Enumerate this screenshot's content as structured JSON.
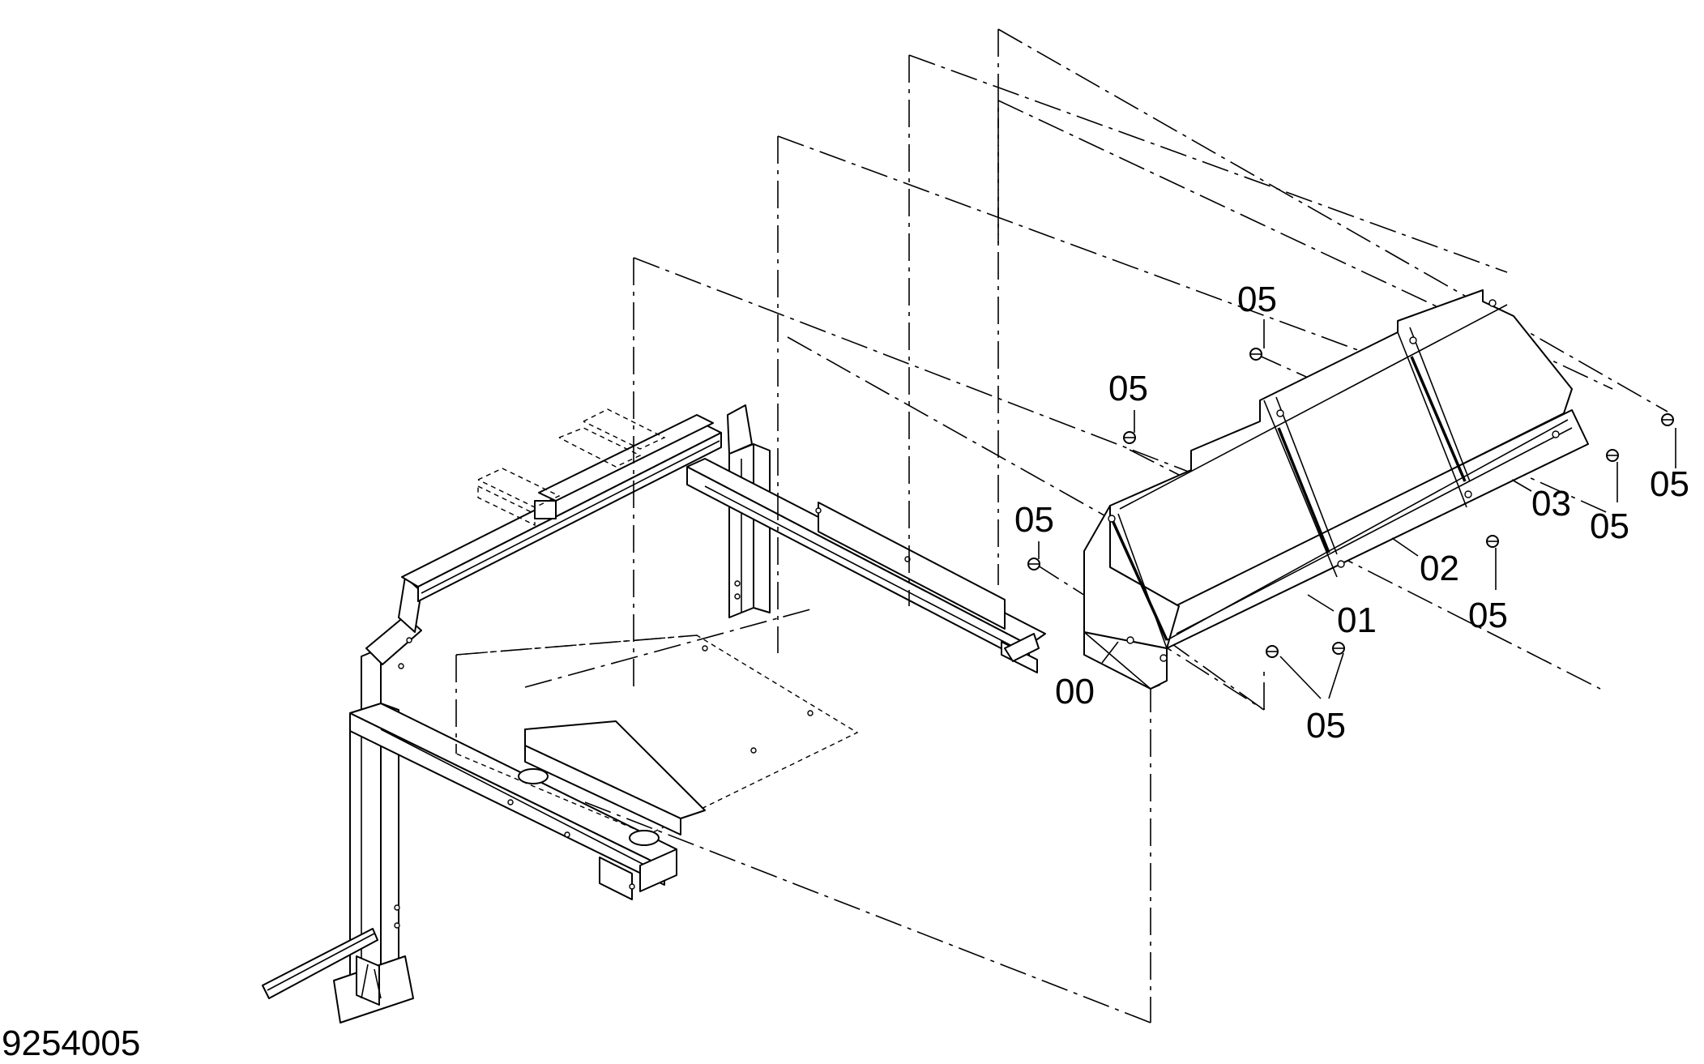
{
  "drawing_number": "9254005",
  "callouts": {
    "c00": "00",
    "c01": "01",
    "c02": "02",
    "c03": "03",
    "c05a": "05",
    "c05b": "05",
    "c05c": "05",
    "c05d": "05",
    "c05e": "05",
    "c05f": "05",
    "c05g": "05"
  }
}
